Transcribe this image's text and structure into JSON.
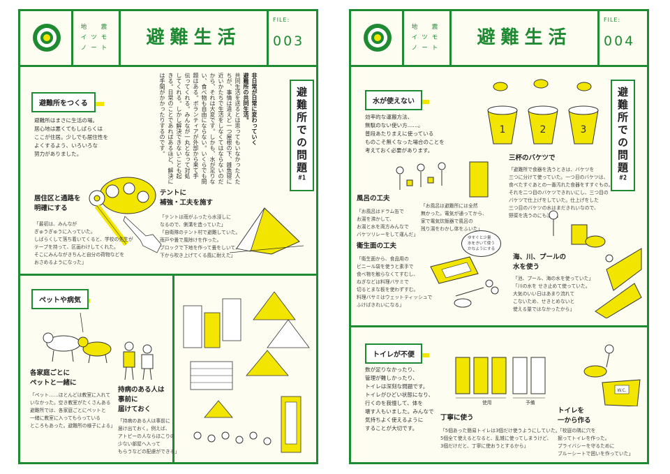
{
  "colors": {
    "green": "#1e8a32",
    "yellow": "#f2e600",
    "paper": "#fdfdf2"
  },
  "header": {
    "series": [
      "地　震",
      "イツモ",
      "ノート"
    ],
    "title": "避難生活",
    "file_label": "FILE:"
  },
  "left": {
    "file_number": "003",
    "shelter": {
      "label": "避難所をつくる",
      "body": [
        "避難所はまさに生活の場。",
        "居心地は悪くてもしばらくは",
        "ここが住居。少しでも居住性を",
        "よくするよう、いろいろな",
        "努力がありました。"
      ]
    },
    "problem": {
      "title": "避難所での問題",
      "number": "#1"
    },
    "intro": {
      "lead": [
        "非日常が日常に変わっていく",
        "避難所の共同生活。"
      ],
      "body": [
        "共同生活を送るとは思ってもいなかった人た",
        "ちが、事情は違えど一つ屋根の下、雑魚寝に",
        "近いかたちで生活をしなくてはならないのだ",
        "から、それは大変です。しかも、水が足りな",
        "い、食べ物も自由にならない。いくらでも問",
        "題はある。ボランティアが外部から来て手",
        "伝ってくれる。みんなが一丸となって対処",
        "してくれる。しかし解決できないことも起",
        "きる。日常のことであればあるほど、解決に",
        "は手間がかかったりするのです。"
      ]
    },
    "zoning": {
      "title": [
        "居住区と通路を",
        "明確にする"
      ],
      "note": [
        "「最初は、みんなが",
        "ぎゅうぎゅうに入っていた。",
        "しばらくして落ち着いてくると、学校の先生が",
        "テープを持って、区画わけしてくれた。",
        "そこにみんながきちんと自分の荷物などを",
        "おさめるようになった」"
      ]
    },
    "tent": {
      "title": [
        "テントに",
        "補強・工夫を施す"
      ],
      "note": [
        "「テントは雨がふったら水浸しに",
        "なるので、側溝を造っていた」",
        "",
        "「自衛隊のテント村で避難していた。",
        "雨戸や畳で風除けを作った。",
        "ブロックで下地を作って畳をしいて、",
        "下から吹き上げてくる風に耐えた」"
      ]
    },
    "pets": {
      "label": "ペットや病気",
      "title": [
        "各家庭ごとに",
        "ペットと一緒に"
      ],
      "note": [
        "「ペット……ほとんどは教室に入れて",
        "いなかった。空き教室がたくさんある",
        "避難所では、各家庭ごとにペットと",
        "一緒に教室に入ってもらっている",
        "ところもあった。避難所の様子による」"
      ]
    },
    "sick": {
      "title": [
        "持病のある人は",
        "事前に",
        "届けておく"
      ],
      "note": [
        "「持病のある人は事前に",
        "届け出ておく。例えば、",
        "アトピーの人ならほこりの",
        "少ない部屋へ入って",
        "もらうなどの配慮ができる」"
      ]
    }
  },
  "right": {
    "file_number": "004",
    "problem": {
      "title": "避難所での問題",
      "number": "#2"
    },
    "water": {
      "label": "水が使えない",
      "body": [
        "効率的な運搬方法、",
        "無駄のない使い方……。",
        "普段あたりまえに使っている",
        "ものこそ無くなった場合のことを",
        "考えておく必要があります。"
      ]
    },
    "buckets": {
      "title": "三杯のバケツで",
      "numbers": [
        "1",
        "2",
        "3"
      ],
      "note": [
        "「避難所で食器を洗うときは、バケツを",
        "三つに分けて使っていた。一つ目のバケツは、",
        "食べたすぐあとの一番汚れた食器をすすぐもの。",
        "それを二つ目のバケツできれいにし、三つ目の",
        "バケツで仕上げをしていた。仕上げをした",
        "三つ目のバケツの水はまだきれいなので、",
        "野菜を洗うのにも活用」"
      ]
    },
    "bath": {
      "title": "風呂の工夫",
      "note1": [
        "「お風呂はドラム缶で",
        "お湯を沸かして、",
        "お湯と水を両方みんなで",
        "バケツリレーをして運んだ」"
      ],
      "note2": [
        "「お風呂は避難所には全然",
        "無かった。電気が通ってから、",
        "家で電気炊飯器で風呂の",
        "残り湯をわかし体をふいた」"
      ]
    },
    "hygiene": {
      "title": "衛生面の工夫",
      "note": [
        "「衛生面から、食品用の",
        "ビニール袋を使うと素手で",
        "食べ物を触らなくてすむし、",
        "ねぎなどは料理バサミで",
        "切るとまな板を使わずすむ。",
        "料理バサミはウェットティッシュで",
        "ふけばきれいになる」"
      ],
      "bubble": [
        "ゆすぐと少量",
        "水をきいて使う",
        "かなようにする"
      ]
    },
    "river": {
      "title": [
        "海、川、プールの",
        "水を使う"
      ],
      "note": [
        "「池、プール、海の水を使っていた」",
        "",
        "「川の水を せき止めて使っていた。",
        "大気のいい日はあまり流れて",
        "こないため、せきとめないと",
        "使える量ではなかったから」"
      ]
    },
    "toilet": {
      "label": "トイレが不便",
      "body": [
        "数が足りなかったり、",
        "管理が難しかったり、",
        "トイレは深刻な問題です。",
        "トイレがひどい状態になり、",
        "行くのを我慢して、体を",
        "壊す人もいました。みんなで",
        "気持ちよく使えるように",
        "することが大切です。"
      ],
      "careful": {
        "title": "丁寧に使う",
        "note": [
          "「5個あった簡易トイレは3個だけ使うようにしていた。",
          "5個全て使えるとなると、乱雑に使ってしまうけど、",
          "3個だけだと、丁寧に使おうとするから」"
        ]
      },
      "build": {
        "title": [
          "トイレを",
          "一から作る"
        ],
        "note": [
          "「校庭の隅に穴を",
          "掘ってトイレを作った。",
          "プライバシーを守るために",
          "ブルーシートで囲いを作っていた」"
        ]
      },
      "tags": [
        "使用",
        "予備"
      ],
      "wc": "W.C."
    }
  }
}
